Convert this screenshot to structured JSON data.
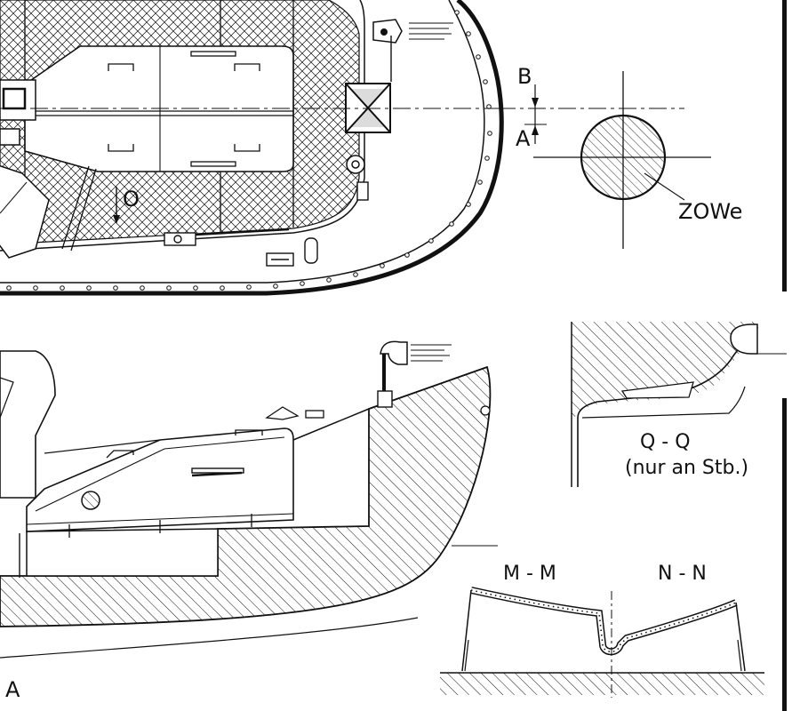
{
  "labels": {
    "view_o": "O",
    "dim_b": "B",
    "dim_a": "A",
    "section_mark": "ZOWe",
    "qq_title": "Q - Q",
    "qq_note": "(nur an Stb.)",
    "mm_title": "M - M",
    "nn_title": "N - N",
    "corner_a": "A"
  },
  "colors": {
    "ink": "#111111",
    "paper": "#ffffff"
  }
}
